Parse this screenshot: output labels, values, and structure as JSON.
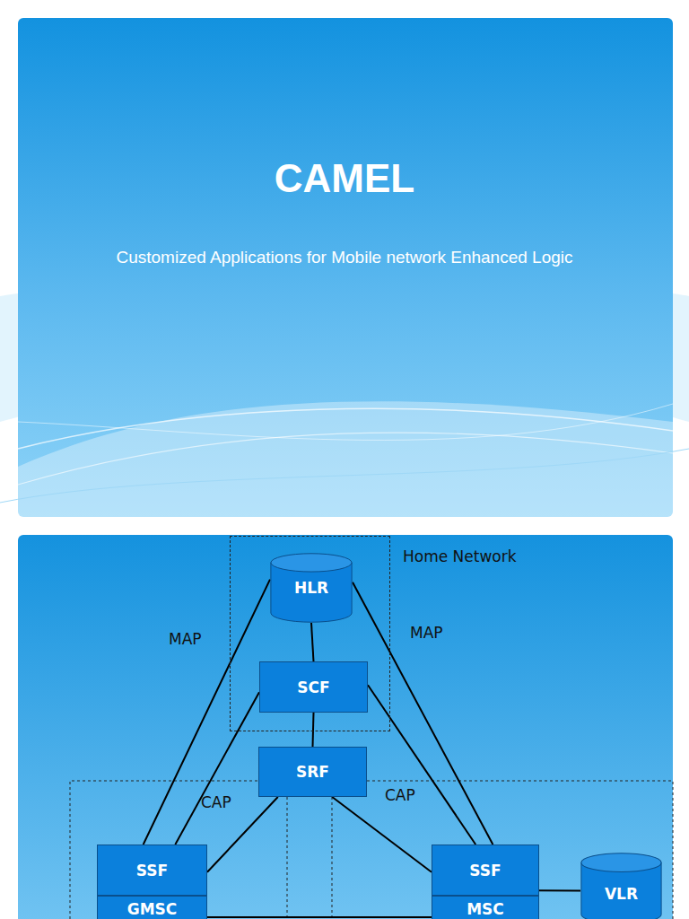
{
  "diagram": {
    "title": "CAMEL",
    "caption": "Customized Applications for Mobile network Enhanced Logic",
    "nodes": [
      {
        "text": [
          "Home Network"
        ]
      },
      {
        "text": [
          "HLR"
        ],
        "in": 0
      },
      {
        "text": [
          "SCF"
        ],
        "in": 0
      },
      {
        "text": [
          "SRF"
        ]
      },
      {
        "text": [
          "SSF"
        ]
      },
      {
        "text": [
          "GMSC"
        ]
      },
      {
        "text": [
          "SSF"
        ]
      },
      {
        "text": [
          "MSC"
        ]
      },
      {
        "text": [
          "VLR"
        ]
      }
    ],
    "edges": [
      {
        "from": 1,
        "to": 2,
        "arrow": "none"
      },
      {
        "from": 2,
        "to": 3,
        "arrow": "none"
      },
      {
        "from": 1,
        "to": 4,
        "arrow": "none"
      },
      {
        "from": 2,
        "to": 4,
        "arrow": "none"
      },
      {
        "from": 3,
        "to": 4,
        "arrow": "none"
      },
      {
        "from": 1,
        "to": 6,
        "arrow": "none"
      },
      {
        "from": 2,
        "to": 6,
        "arrow": "none"
      },
      {
        "from": 3,
        "to": 6,
        "arrow": "none"
      },
      {
        "from": 6,
        "to": 8,
        "arrow": "none"
      },
      {
        "from": 5,
        "to": 7,
        "arrow": "none"
      }
    ],
    "labels": [
      "MAP",
      "MAP",
      "CAP",
      "CAP"
    ]
  }
}
